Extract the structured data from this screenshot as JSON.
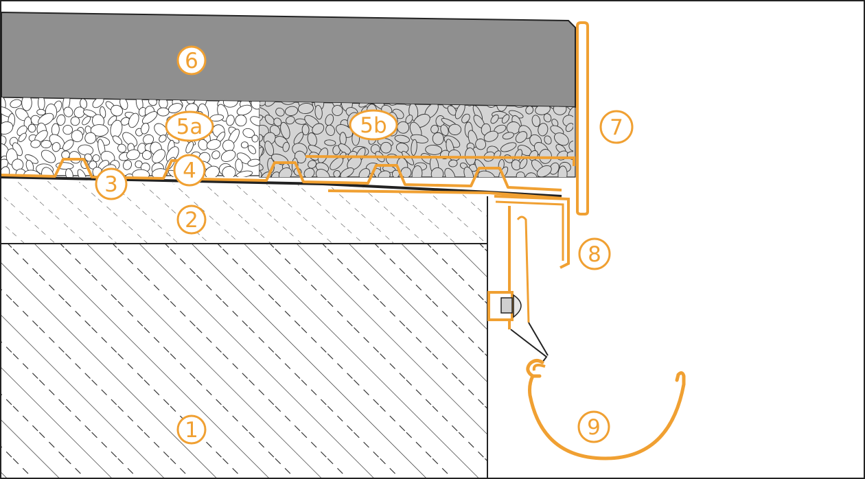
{
  "colors": {
    "accent": "#f0a032",
    "concrete_hatch": "#222222",
    "screed_fill": "#8f8f8f",
    "gravel_light": "#ffffff",
    "gravel_grey": "#d4d4d4",
    "outline": "#222222"
  },
  "labels": {
    "l1": "1",
    "l2": "2",
    "l3": "3",
    "l4": "4",
    "l5a": "5a",
    "l5b": "5b",
    "l6": "6",
    "l7": "7",
    "l8": "8",
    "l9": "9"
  }
}
